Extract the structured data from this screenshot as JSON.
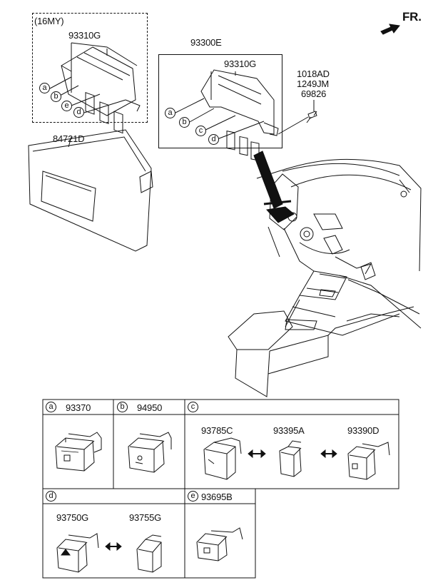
{
  "direction": {
    "label": "FR."
  },
  "group16my": {
    "tag": "(16MY)",
    "part": "93310G",
    "callouts": [
      "a",
      "b",
      "e",
      "d"
    ]
  },
  "assembly": {
    "part": "93300E",
    "sub_part": "93310G",
    "callouts": [
      "a",
      "b",
      "c",
      "d"
    ]
  },
  "screw": {
    "parts": [
      "1018AD",
      "1249JM",
      "69826"
    ]
  },
  "panel": {
    "part": "84721D"
  },
  "legend": {
    "a": {
      "key": "a",
      "parts": [
        "93370"
      ]
    },
    "b": {
      "key": "b",
      "parts": [
        "94950"
      ]
    },
    "c": {
      "key": "c",
      "parts": [
        "93785C",
        "93395A",
        "93390D"
      ]
    },
    "d": {
      "key": "d",
      "parts": [
        "93750G",
        "93755G"
      ]
    },
    "e": {
      "key": "e",
      "parts": [
        "93695B"
      ]
    }
  }
}
